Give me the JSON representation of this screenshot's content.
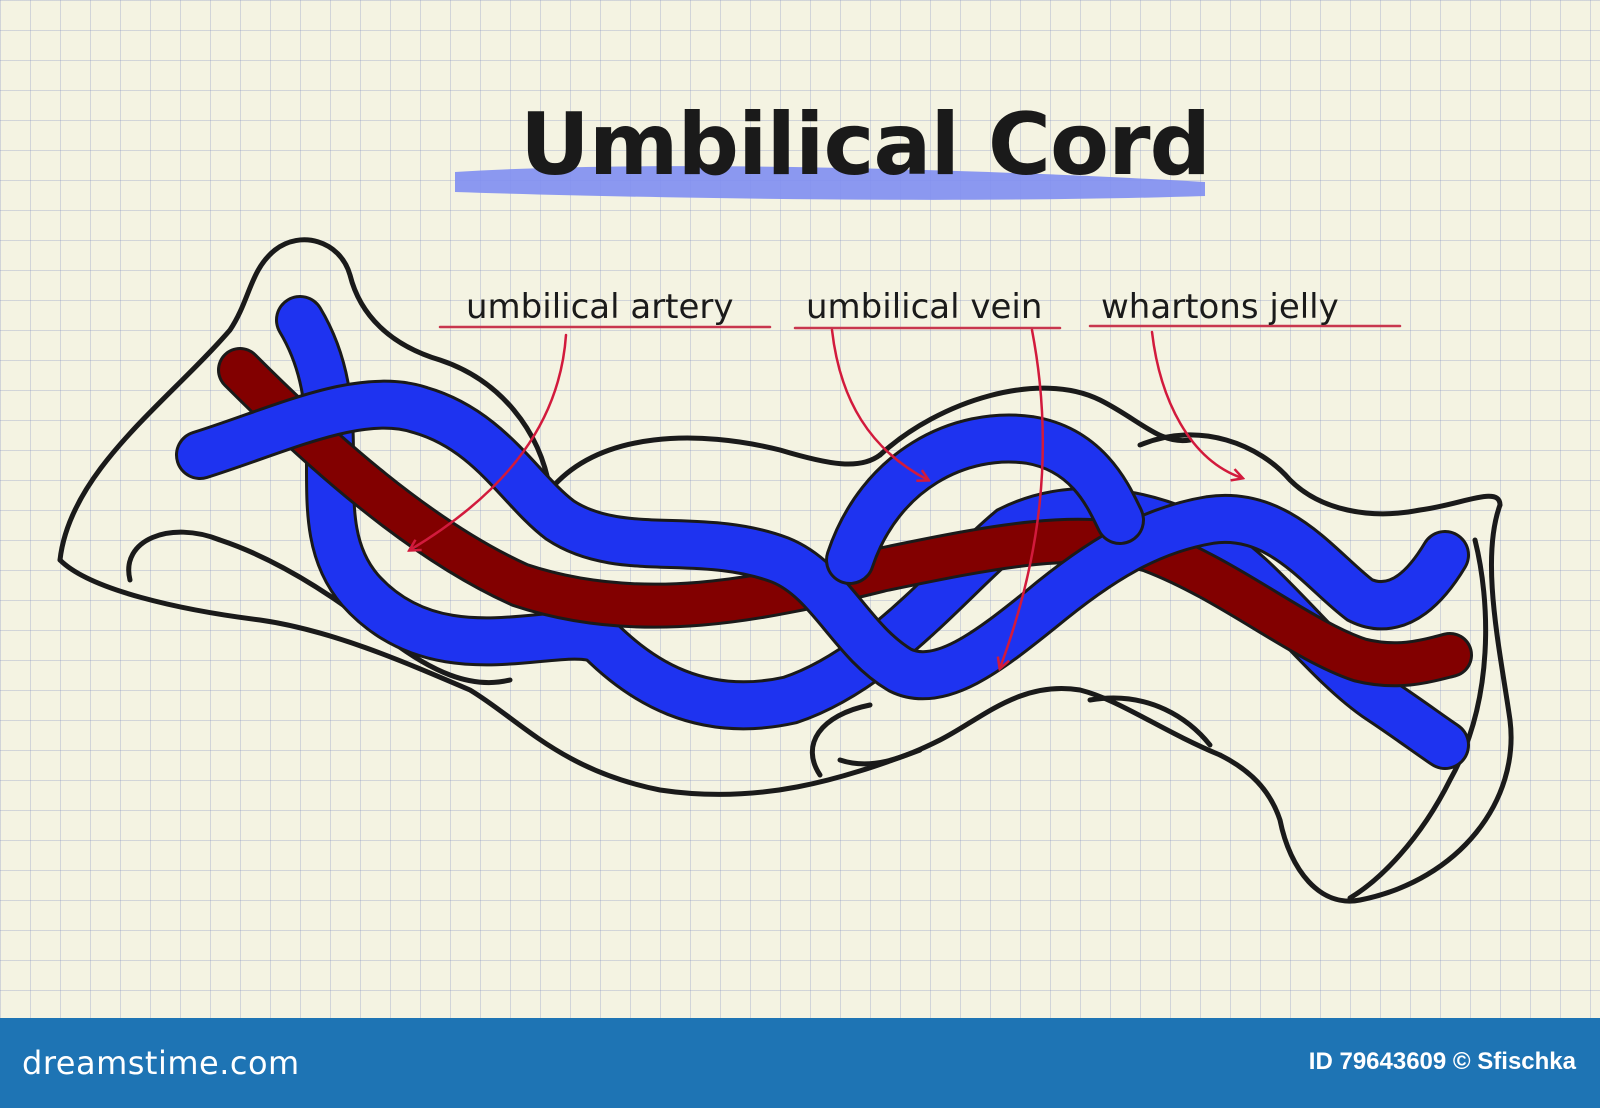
{
  "title": "Umbilical Cord",
  "labels": {
    "artery": "umbilical artery",
    "vein": "umbilical vein",
    "jelly": "whartons jelly"
  },
  "footer": {
    "brand": "dreamstime.com",
    "id_text": "ID 79643609",
    "author": "Sfischka"
  },
  "colors": {
    "paper": "#f4f3e2",
    "grid": "#8a96c8",
    "outline": "#1a1a1a",
    "vein_blue": "#1e33f0",
    "artery_red": "#820000",
    "pointer_red": "#d21a3c",
    "title_highlight": "#7f8ef2",
    "footer_bar": "#1e74b4"
  }
}
